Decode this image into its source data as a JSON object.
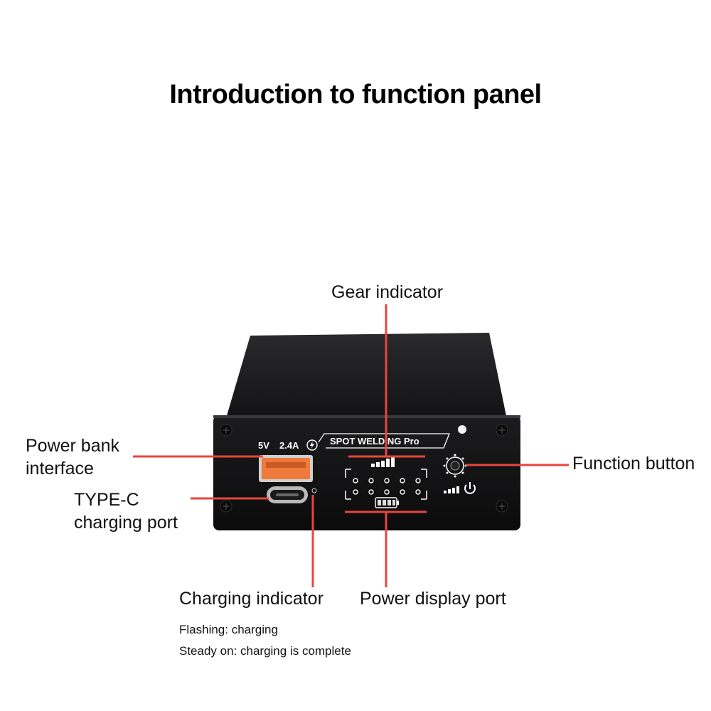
{
  "title": "Introduction to function panel",
  "device": {
    "spec_voltage": "5V",
    "spec_current": "2.4A",
    "brand": "SPOT WELDING Pro"
  },
  "callouts": {
    "gear_indicator": "Gear indicator",
    "power_bank_line1": "Power bank",
    "power_bank_line2": "interface",
    "typec_line1": "TYPE-C",
    "typec_line2": "charging port",
    "function_button": "Function button",
    "charging_indicator": "Charging indicator",
    "power_display": "Power display port"
  },
  "notes": {
    "flashing": "Flashing: charging",
    "steady": "Steady on: charging is complete"
  },
  "colors": {
    "leader": "#e8453c",
    "device_body": "#1a1a1c",
    "usb_port": "#f07a3a"
  }
}
